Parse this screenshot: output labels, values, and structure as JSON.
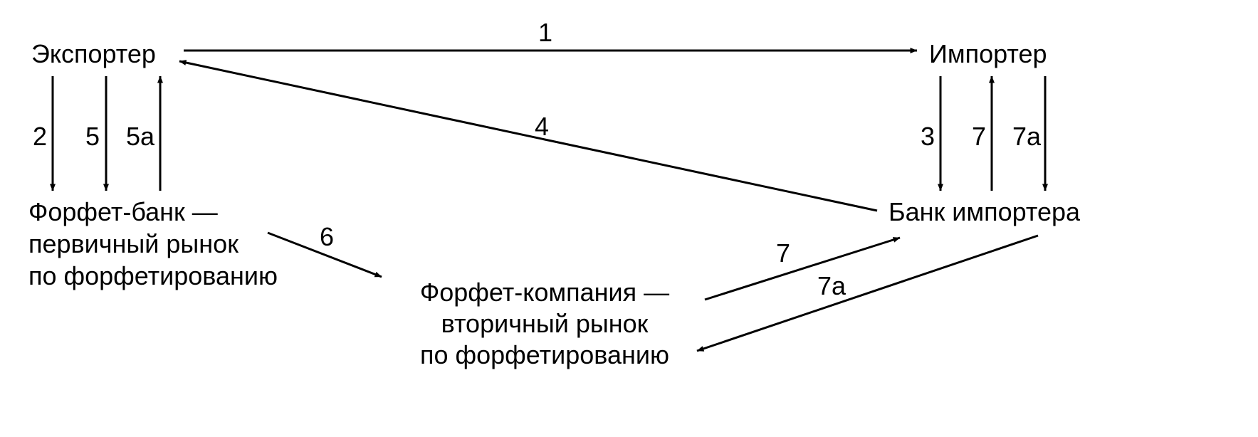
{
  "nodes": {
    "exporter": {
      "lines": [
        "Экспортер"
      ]
    },
    "importer": {
      "lines": [
        "Импортер"
      ]
    },
    "forfeit_bank": {
      "lines": [
        "Форфет-банк —",
        "первичный рынок",
        "по форфетированию"
      ]
    },
    "forfeit_company": {
      "lines": [
        "Форфет-компания —",
        "вторичный рынок",
        "по форфетированию"
      ]
    },
    "importer_bank": {
      "lines": [
        "Банк импортера"
      ]
    }
  },
  "edges": [
    {
      "id": "edge-1",
      "from": "Экспортер",
      "to": "Импортер",
      "label": "1"
    },
    {
      "id": "edge-2",
      "from": "Экспортер",
      "to": "Форфет-банк",
      "label": "2"
    },
    {
      "id": "edge-3",
      "from": "Импортер",
      "to": "Банк импортера",
      "label": "3"
    },
    {
      "id": "edge-4",
      "from": "Банк импортера",
      "to": "Экспортер",
      "label": "4"
    },
    {
      "id": "edge-5",
      "from": "Экспортер",
      "to": "Форфет-банк",
      "label": "5"
    },
    {
      "id": "edge-5a",
      "from": "Форфет-банк",
      "to": "Экспортер",
      "label": "5a"
    },
    {
      "id": "edge-6",
      "from": "Форфет-банк",
      "to": "Форфет-компания",
      "label": "6"
    },
    {
      "id": "edge-7-company",
      "from": "Форфет-компания",
      "to": "Банк импортера",
      "label": "7"
    },
    {
      "id": "edge-7-importer",
      "from": "Банк импортера",
      "to": "Импортер",
      "label": "7"
    },
    {
      "id": "edge-7a-company",
      "from": "Банк импортера",
      "to": "Форфет-компания",
      "label": "7a"
    },
    {
      "id": "edge-7a-importer",
      "from": "Импортер",
      "to": "Банк импортера",
      "label": "7a"
    }
  ]
}
